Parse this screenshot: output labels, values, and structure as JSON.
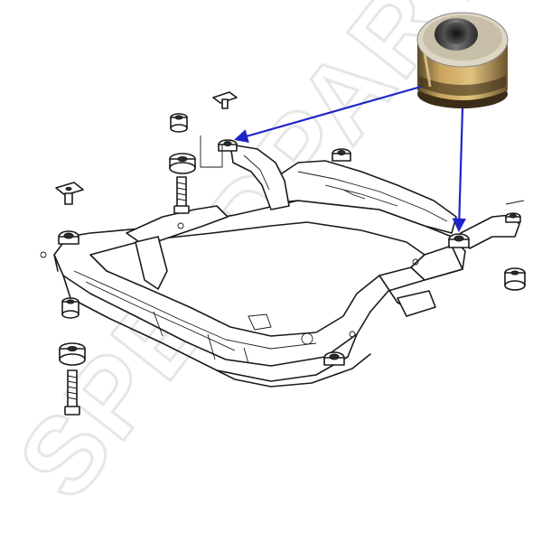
{
  "watermark": {
    "text": "SPEEDPARTS"
  },
  "colors": {
    "arrow": "#1f24c8",
    "bushing_rubber": "#caa15c",
    "bushing_metal": "#4a4a4a",
    "line": "#1a1a1a"
  },
  "icons": [
    "bushing-photo",
    "subframe-drawing",
    "bolt-icon",
    "washer-icon"
  ]
}
